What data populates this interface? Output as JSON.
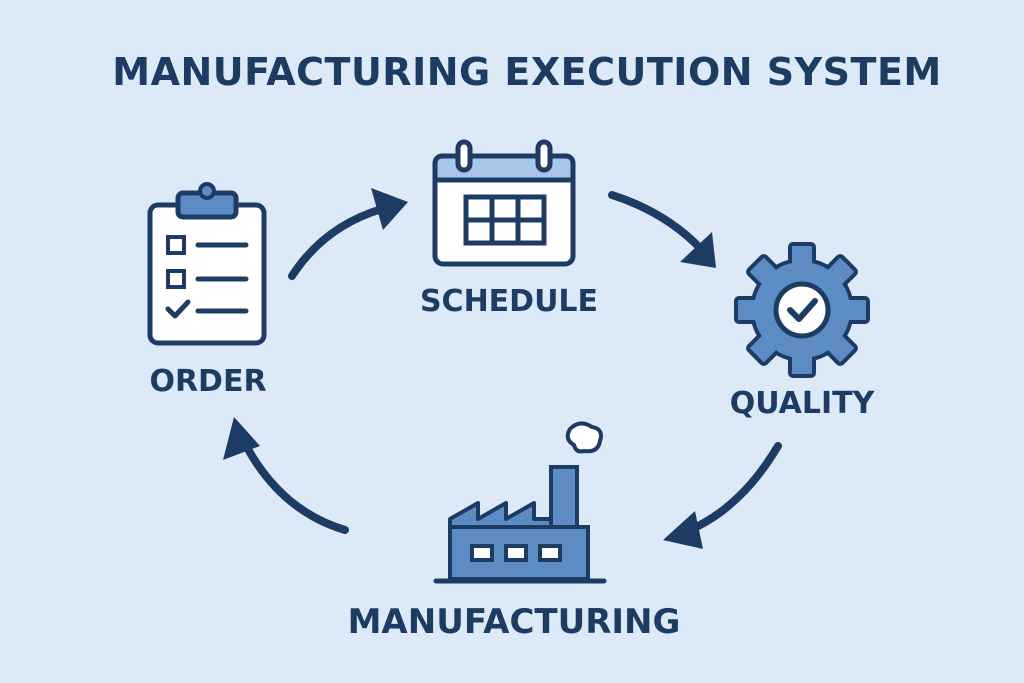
{
  "diagram": {
    "title": "MANUFACTURING EXECUTION SYSTEM",
    "nodes": [
      {
        "id": "order",
        "label": "ORDER",
        "icon": "clipboard-checklist-icon"
      },
      {
        "id": "schedule",
        "label": "SCHEDULE",
        "icon": "calendar-icon"
      },
      {
        "id": "quality",
        "label": "QUALITY",
        "icon": "gear-check-icon"
      },
      {
        "id": "manufacturing",
        "label": "MANUFACTURING",
        "icon": "factory-icon"
      }
    ],
    "edges": [
      {
        "from": "order",
        "to": "schedule"
      },
      {
        "from": "schedule",
        "to": "quality"
      },
      {
        "from": "quality",
        "to": "manufacturing"
      },
      {
        "from": "manufacturing",
        "to": "order"
      }
    ],
    "colors": {
      "background": "#dde9f7",
      "ink": "#1d3c64",
      "icon_fill": "#5d8cc4",
      "icon_light": "#a9c6e8",
      "icon_bg": "#ffffff"
    }
  }
}
